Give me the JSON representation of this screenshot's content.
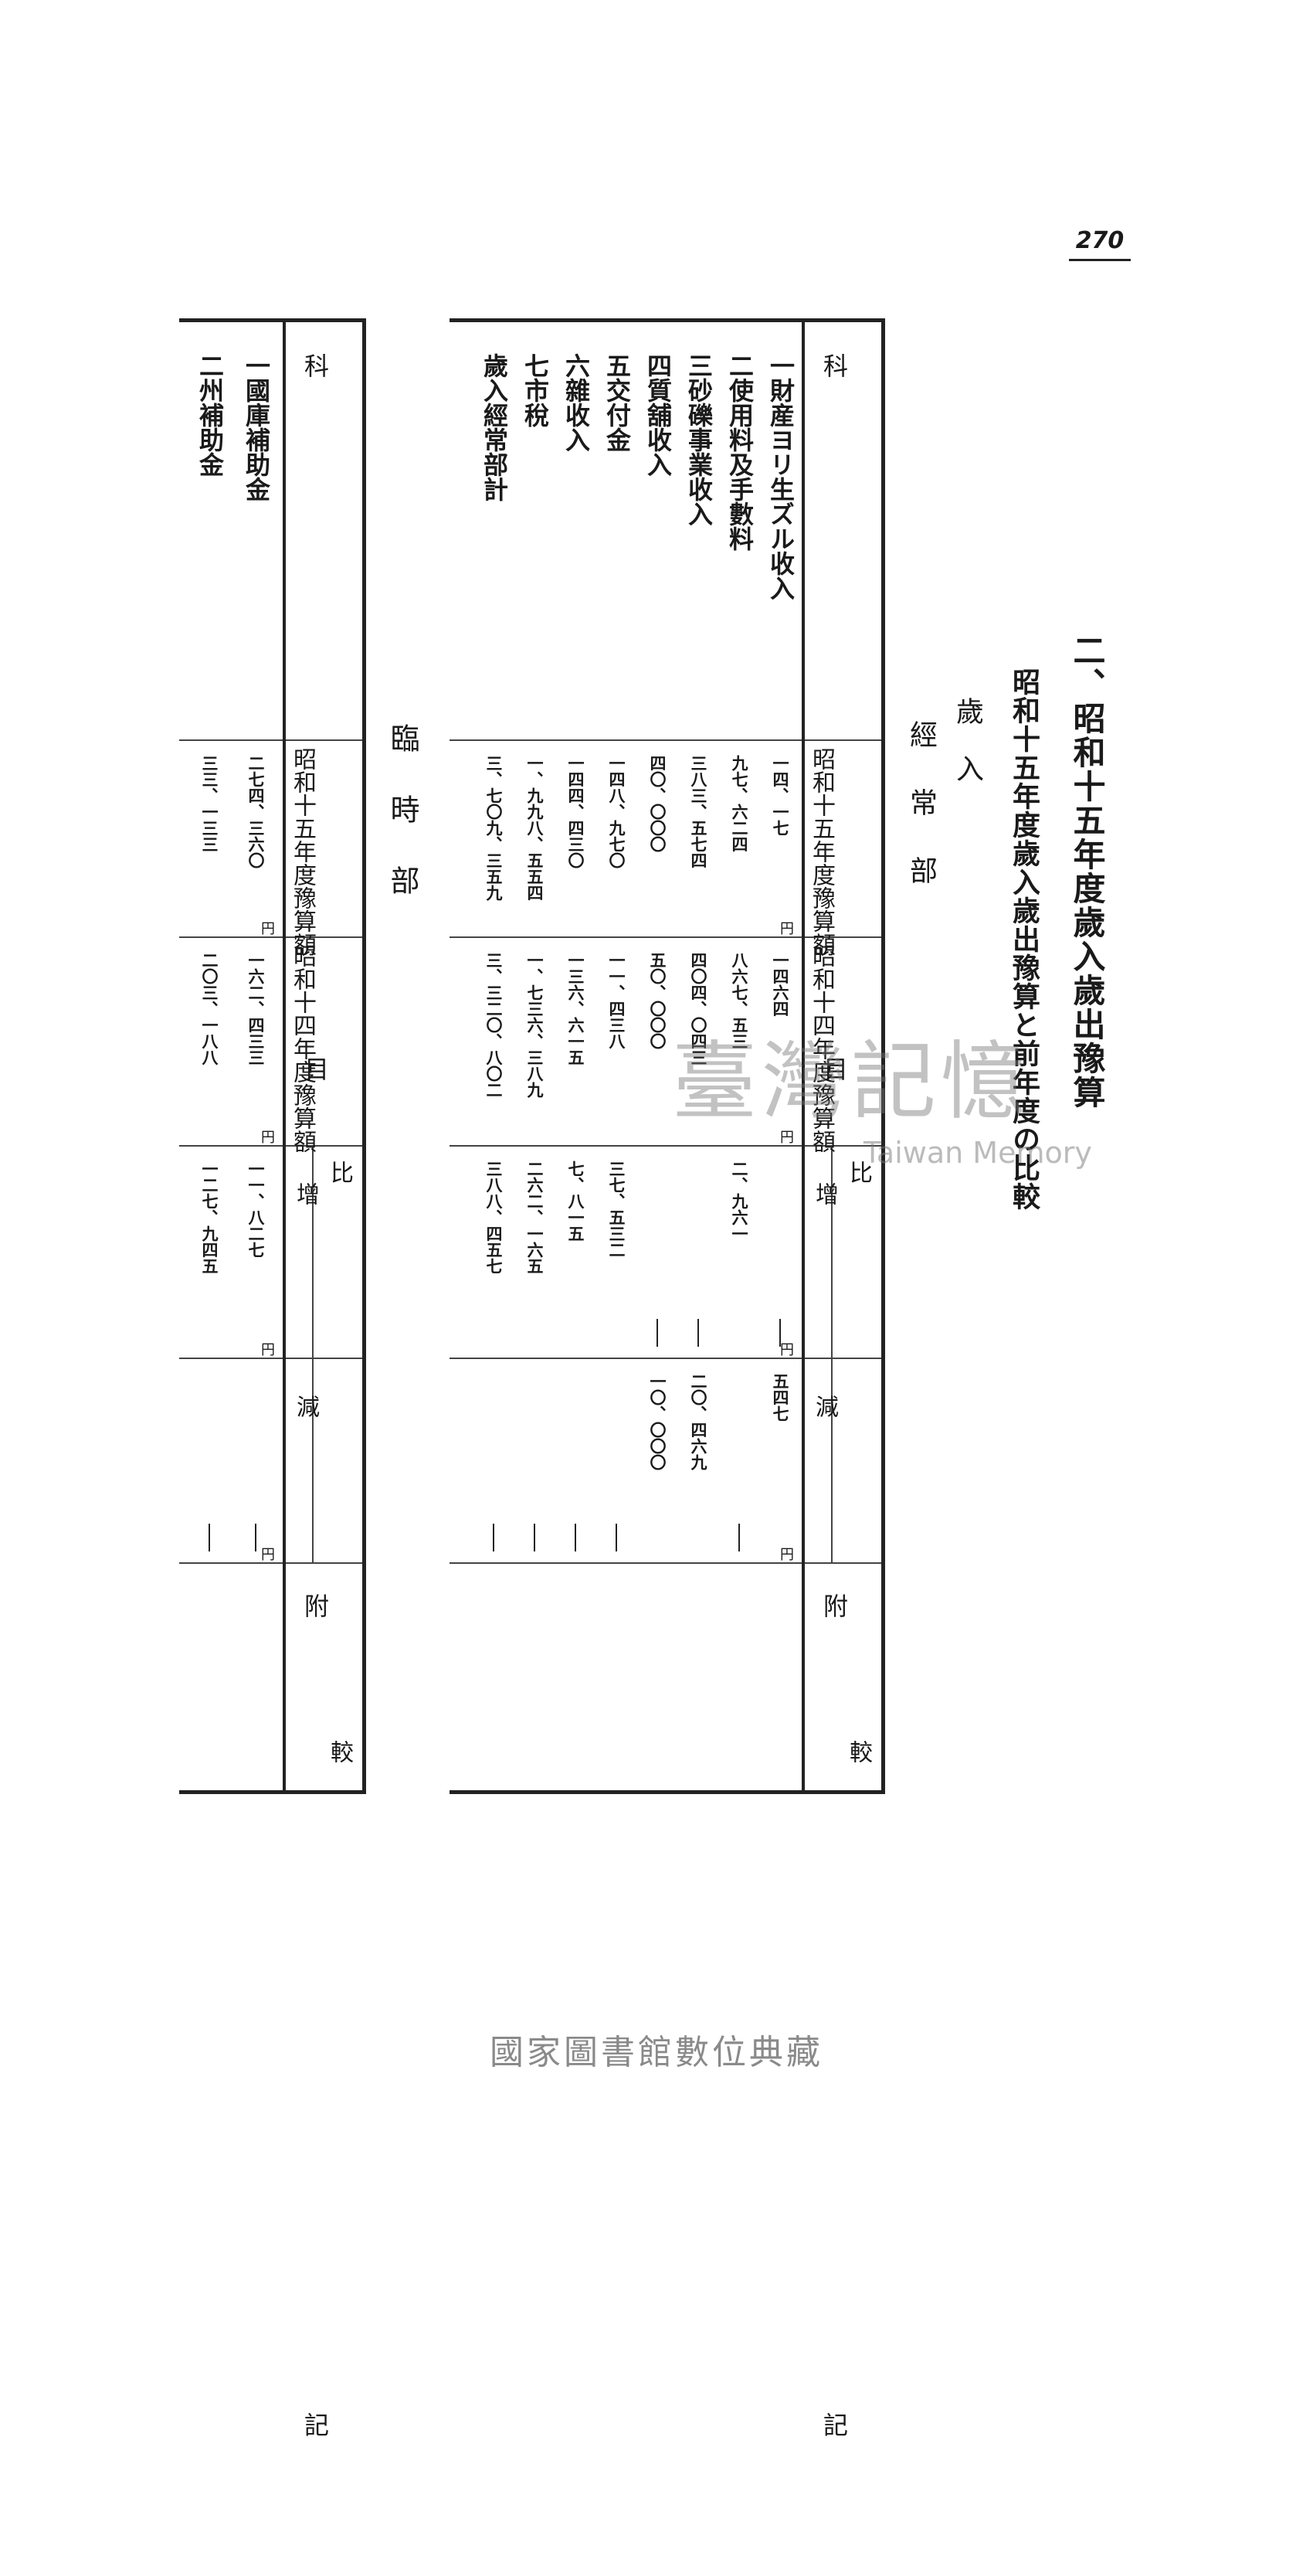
{
  "page_number": "270",
  "title": "二、昭和十五年度歲入歲出豫算",
  "subtitle": "昭和十五年度歲入歲出豫算と前年度の比較",
  "section_annual": "歲入",
  "section_ordinary": "經常部",
  "section_temporary": "臨時部",
  "header": {
    "subject": "科　　　　目",
    "budget15": "昭和十五年度豫算額",
    "budget14": "昭和十四年度豫算額",
    "comparison": "比　　　　較",
    "increase": "增",
    "decrease": "減",
    "remarks": "附　　　　記",
    "yen": "円"
  },
  "ordinary_rows": [
    {
      "subject": "一財産ヨリ生ズル收入",
      "b15": "一四、一七",
      "b14": "一四六四",
      "inc": "",
      "dec": "五四七"
    },
    {
      "subject": "二使用料及手數料",
      "b15": "九七、六二四",
      "b14": "八六七、五三",
      "inc": "二、九六一",
      "dec": ""
    },
    {
      "subject": "三砂礫事業收入",
      "b15": "三八三、五七四",
      "b14": "四〇四、〇四三",
      "inc": "",
      "dec": "二〇、四六九"
    },
    {
      "subject": "四質舖收入",
      "b15": "四〇、〇〇〇",
      "b14": "五〇、〇〇〇",
      "inc": "",
      "dec": "一〇、〇〇〇"
    },
    {
      "subject": "五交付金",
      "b15": "一四八、九七〇",
      "b14": "一一、四三八",
      "inc": "三七、五三二",
      "dec": ""
    },
    {
      "subject": "六雜收入",
      "b15": "一四四、四三〇",
      "b14": "一三六、六一五",
      "inc": "七、八一五",
      "dec": ""
    },
    {
      "subject": "七市稅",
      "b15": "一、九九八、五五四",
      "b14": "一、七三六、三八九",
      "inc": "二六二、一六五",
      "dec": ""
    },
    {
      "subject": "歲入經常部計",
      "b15": "三、七〇九、三五九",
      "b14": "三、三二〇、八〇二",
      "inc": "三八八、四五七",
      "dec": ""
    }
  ],
  "temporary_rows": [
    {
      "subject": "一國庫補助金",
      "b15": "二七四、三六〇",
      "b14": "一六二、四三三",
      "inc": "一一、八二七",
      "dec": ""
    },
    {
      "subject": "二州補助金",
      "b15": "三三、一三三",
      "b14": "二〇三、一八八",
      "inc": "一二七、九四五",
      "dec": ""
    }
  ],
  "footer_text": "國家圖書館數位典藏",
  "watermark_cn": "臺灣記憶",
  "watermark_en": "Taiwan Memory"
}
